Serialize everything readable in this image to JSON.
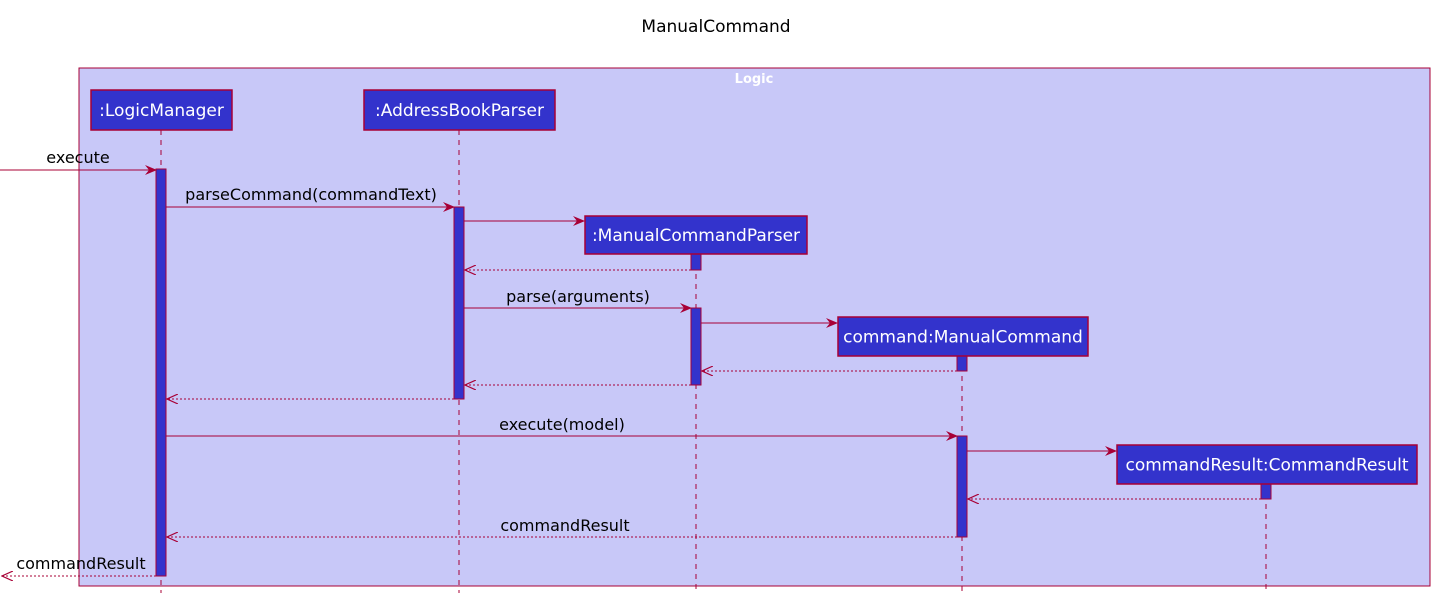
{
  "title": "ManualCommand",
  "frame": {
    "label": "Logic"
  },
  "colors": {
    "frame_fill": "#C8C8F8",
    "frame_border": "#A80036",
    "participant_fill": "#3333CC",
    "participant_border": "#A80036",
    "activation_fill": "#3333CC",
    "arrow": "#A80036",
    "lifeline": "#A80036"
  },
  "participants": [
    {
      "id": "lm",
      "label": ":LogicManager"
    },
    {
      "id": "abp",
      "label": ":AddressBookParser"
    },
    {
      "id": "mcp",
      "label": ":ManualCommandParser"
    },
    {
      "id": "mc",
      "label": "command:ManualCommand"
    },
    {
      "id": "cr",
      "label": "commandResult:CommandResult"
    }
  ],
  "messages": [
    {
      "from": "external",
      "to": "lm",
      "label": "execute",
      "kind": "call"
    },
    {
      "from": "lm",
      "to": "abp",
      "label": "parseCommand(commandText)",
      "kind": "call"
    },
    {
      "from": "abp",
      "to": "mcp",
      "label": "",
      "kind": "create"
    },
    {
      "from": "mcp",
      "to": "abp",
      "label": "",
      "kind": "return"
    },
    {
      "from": "abp",
      "to": "mcp",
      "label": "parse(arguments)",
      "kind": "call"
    },
    {
      "from": "mcp",
      "to": "mc",
      "label": "",
      "kind": "create"
    },
    {
      "from": "mc",
      "to": "mcp",
      "label": "",
      "kind": "return"
    },
    {
      "from": "mcp",
      "to": "abp",
      "label": "",
      "kind": "return"
    },
    {
      "from": "abp",
      "to": "lm",
      "label": "",
      "kind": "return"
    },
    {
      "from": "lm",
      "to": "mc",
      "label": "execute(model)",
      "kind": "call"
    },
    {
      "from": "mc",
      "to": "cr",
      "label": "",
      "kind": "create"
    },
    {
      "from": "cr",
      "to": "mc",
      "label": "",
      "kind": "return"
    },
    {
      "from": "mc",
      "to": "lm",
      "label": "commandResult",
      "kind": "return"
    },
    {
      "from": "lm",
      "to": "external",
      "label": "commandResult",
      "kind": "return"
    }
  ]
}
